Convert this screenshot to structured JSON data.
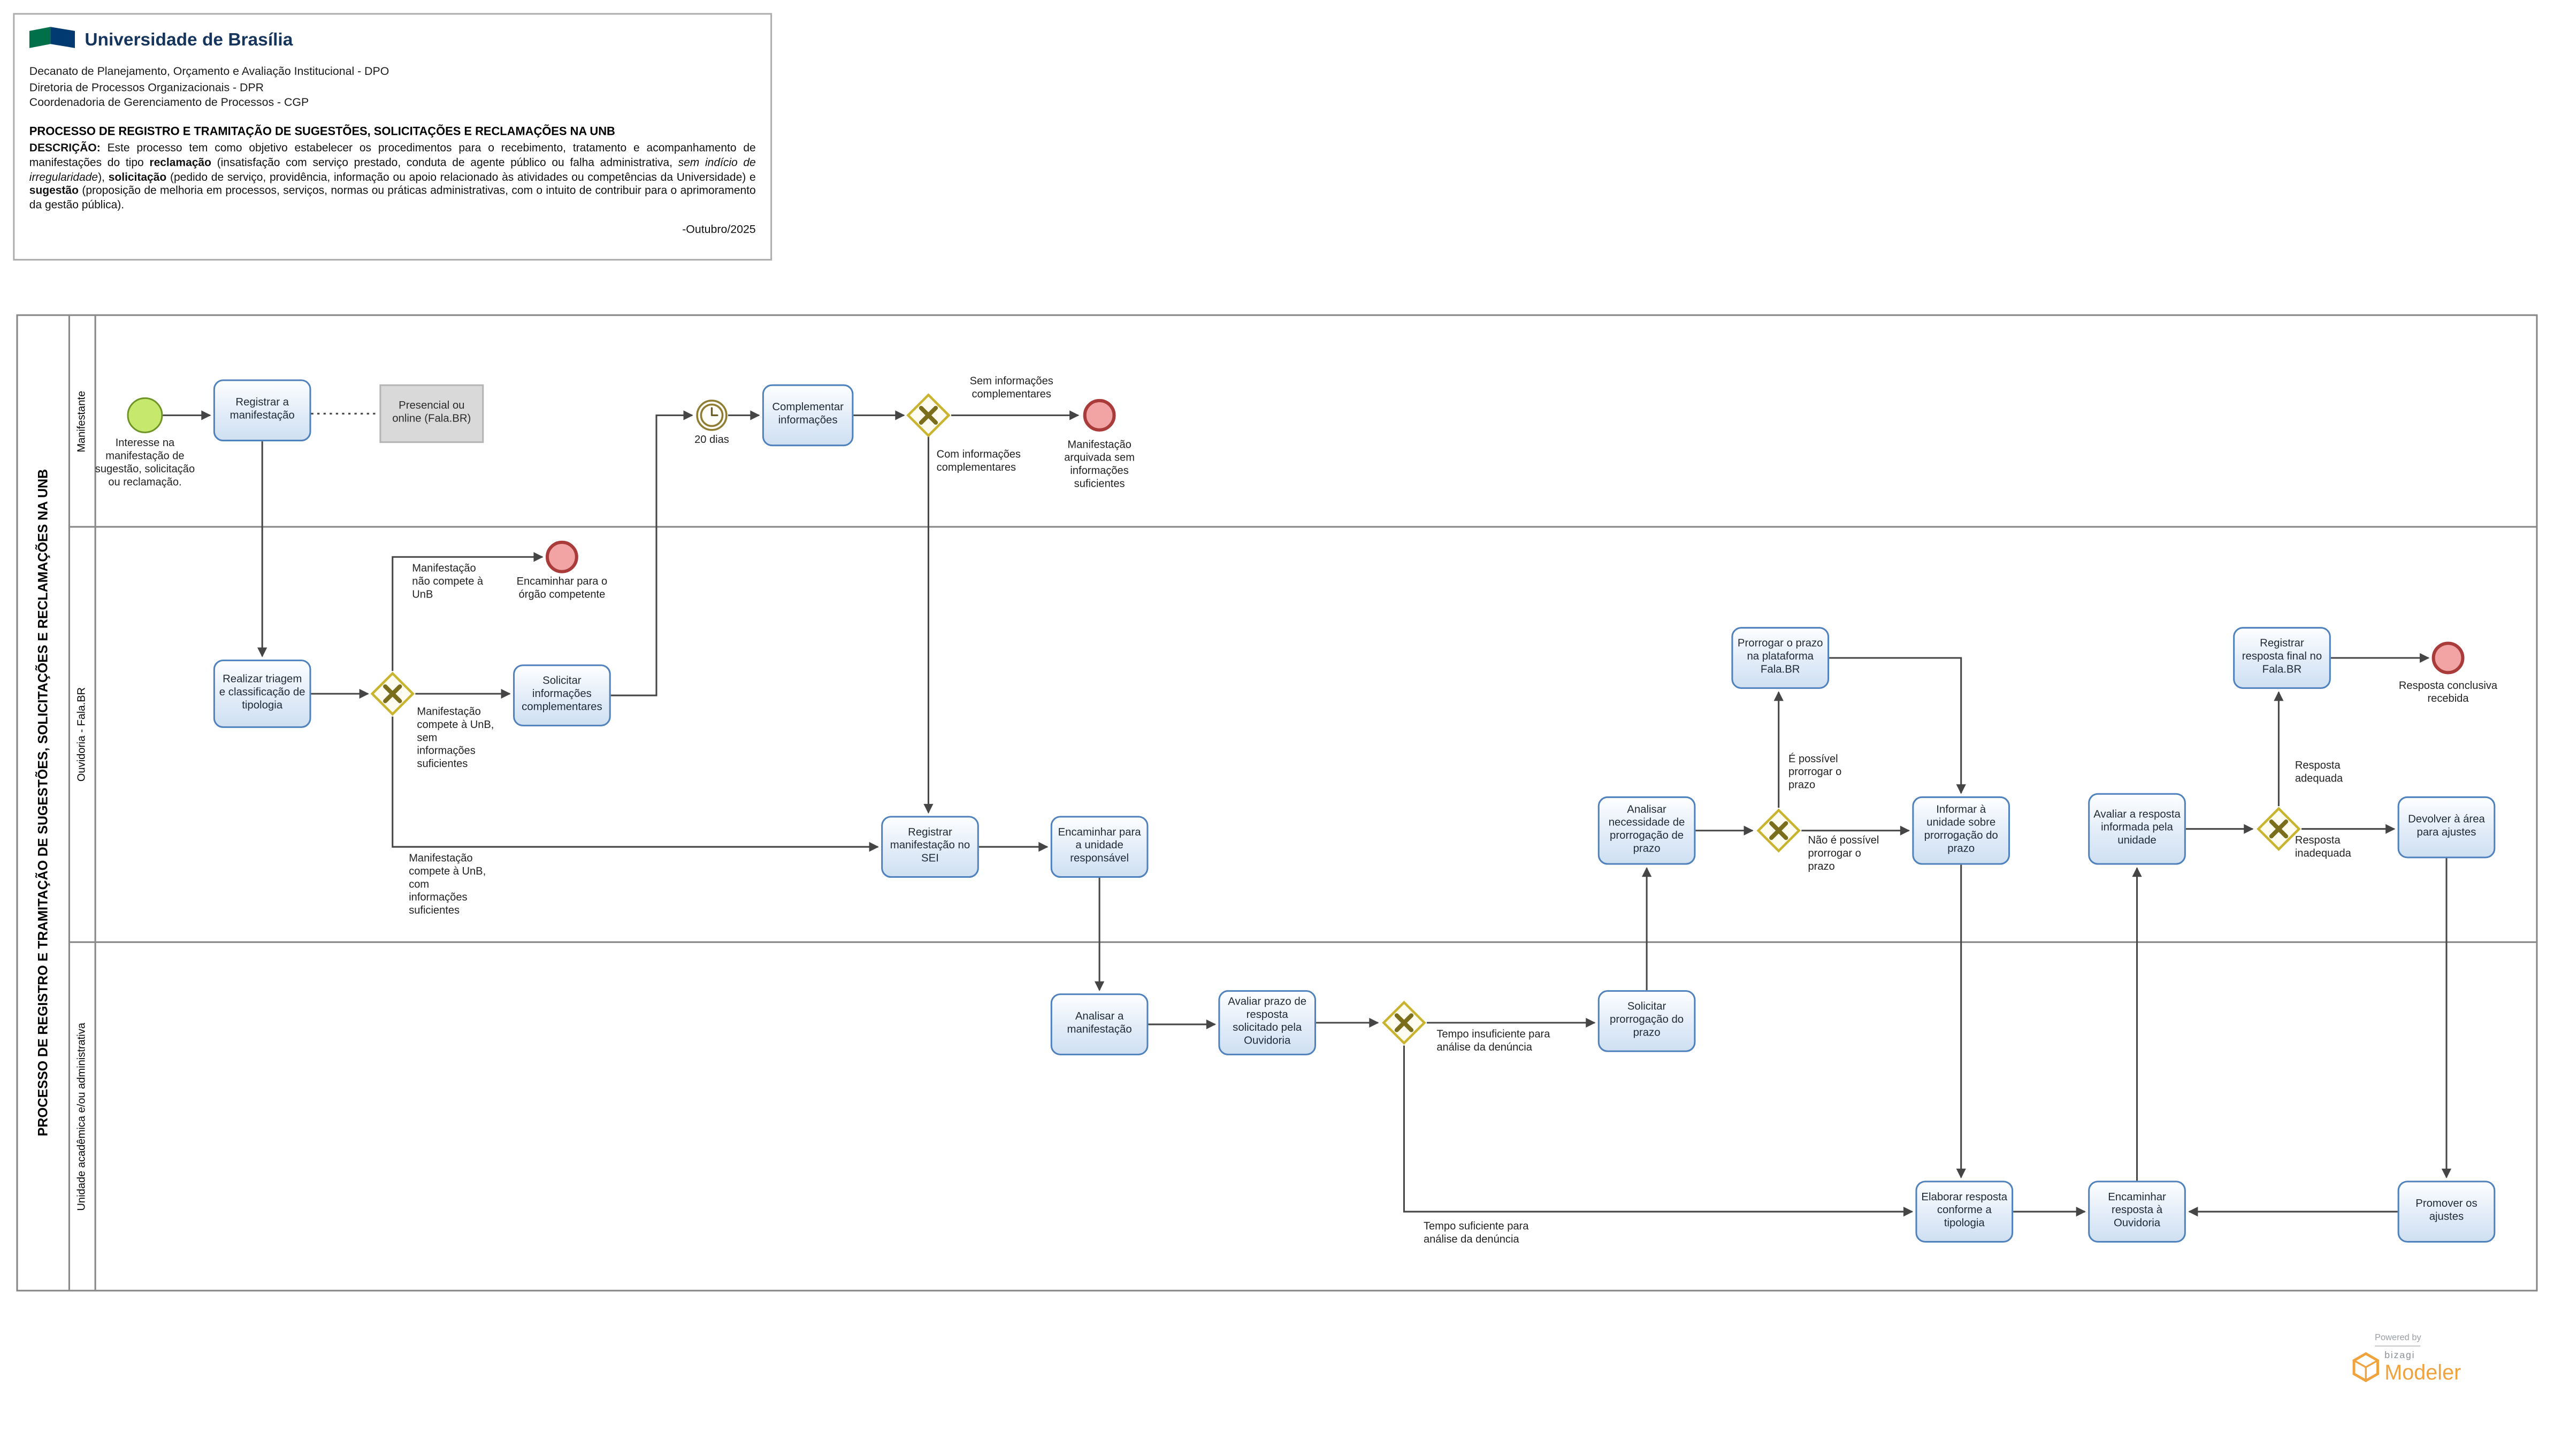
{
  "header": {
    "university": "Universidade de Brasília",
    "org_lines": [
      "Decanato de Planejamento, Orçamento e Avaliação Institucional - DPO",
      "Diretoria de Processos Organizacionais - DPR",
      "Coordenadoria de Gerenciamento de Processos - CGP"
    ],
    "process_title": "PROCESSO DE REGISTRO E TRAMITAÇÃO DE SUGESTÕES, SOLICITAÇÕES E RECLAMAÇÕES NA UNB",
    "description_segments": [
      {
        "text": "DESCRIÇÃO: ",
        "bold": true
      },
      {
        "text": "Este processo tem como objetivo estabelecer os procedimentos para o recebimento, tratamento e acompanhamento de manifestações do tipo "
      },
      {
        "text": "reclamação",
        "bold": true
      },
      {
        "text": " (insatisfação com serviço prestado, conduta de agente público ou falha administrativa, "
      },
      {
        "text": "sem indício de irregularidade",
        "italic": true
      },
      {
        "text": "), "
      },
      {
        "text": "solicitação",
        "bold": true
      },
      {
        "text": " (pedido de serviço, providência, informação ou apoio relacionado às atividades ou competências da Universidade) e "
      },
      {
        "text": "sugestão",
        "bold": true
      },
      {
        "text": " (proposição de melhoria em processos, serviços, normas ou práticas administrativas, com o intuito de contribuir para o aprimoramento da gestão pública)."
      }
    ],
    "date": "-Outubro/2025"
  },
  "pool": {
    "label": "PROCESSO DE REGISTRO E TRAMITAÇÃO DE SUGESTÕES, SOLICITAÇÕES E RECLAMAÇÕES NA UNB",
    "lanes": [
      {
        "label": "Manifestante"
      },
      {
        "label": "Ouvidoria - Fala.BR"
      },
      {
        "label": "Unidade acadêmica e/ou administrativa"
      }
    ]
  },
  "events": {
    "start_label": "Interesse na manifestação de sugestão, solicitação ou reclamação.",
    "timer_label": "20 dias",
    "end_arquivada": "Manifestação arquivada sem informações suficientes",
    "end_orgao": "Encaminhar para o órgão competente",
    "end_conclusiva": "Resposta conclusiva recebida"
  },
  "tasks": {
    "registrar_manifestacao": "Registrar a manifestação",
    "complementar_informacoes": "Complementar informações",
    "realizar_triagem": "Realizar triagem e classificação de tipologia",
    "solicitar_informacoes": "Solicitar informações complementares",
    "registrar_sei": "Registrar manifestação no SEI",
    "encaminhar_unidade": "Encaminhar para a unidade responsável",
    "analisar_necessidade": "Analisar necessidade de prorrogação de prazo",
    "prorrogar_prazo": "Prorrogar o prazo na plataforma Fala.BR",
    "informar_unidade": "Informar à unidade sobre prorrogação do prazo",
    "avaliar_resposta": "Avaliar a resposta informada pela unidade",
    "registrar_resposta_final": "Registrar resposta final no Fala.BR",
    "devolver_area": "Devolver à área para ajustes",
    "analisar_manifestacao": "Analisar a manifestação",
    "avaliar_prazo": "Avaliar prazo de resposta solicitado pela Ouvidoria",
    "solicitar_prorrogacao": "Solicitar prorrogação do prazo",
    "elaborar_resposta": "Elaborar resposta conforme a tipologia",
    "encaminhar_resposta": "Encaminhar resposta à Ouvidoria",
    "promover_ajustes": "Promover os ajustes"
  },
  "annotations": {
    "presencial": "Presencial ou online (Fala.BR)"
  },
  "flow_labels": {
    "sem_informacoes": "Sem informações complementares",
    "com_informacoes": "Com informações complementares",
    "nao_compete": "Manifestação não compete à UnB",
    "compete_sem_info": "Manifestação compete à UnB, sem informações suficientes",
    "compete_com_info": "Manifestação compete à UnB, com informações suficientes",
    "possivel_prorrogar": "É possível prorrogar o prazo",
    "nao_possivel_prorrogar": "Não é possível prorrogar o prazo",
    "resposta_adequada": "Resposta adequada",
    "resposta_inadequada": "Resposta inadequada",
    "tempo_insuficiente": "Tempo insuficiente para análise da denúncia",
    "tempo_suficiente": "Tempo suficiente para análise da denúncia"
  },
  "branding": {
    "powered_by": "Powered by",
    "bizagi": "bizagi",
    "modeler": "Modeler"
  },
  "colors": {
    "task_fill": "#e2ecf8",
    "task_border": "#4f81bd",
    "start_fill": "#c6e96d",
    "start_border": "#6f9426",
    "end_fill": "#f2a3a3",
    "end_border": "#a93b3b",
    "gateway_fill": "#fefcf0",
    "gateway_border": "#c9b42f",
    "timer_border": "#8e7d33",
    "annotation_fill": "#d9d9d9",
    "flow_line": "#454545",
    "header_title_blue": "#16355c",
    "logo_green": "#00704a",
    "logo_blue": "#003a70",
    "bizagi_orange": "#f0a23c"
  }
}
